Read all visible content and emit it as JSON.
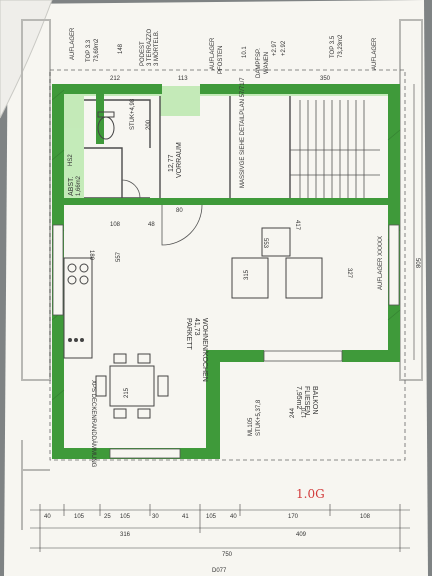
{
  "photo": {
    "background_color": "#7f8384",
    "paper_color": "#f7f6f1",
    "wall_color": "#3f9a3a",
    "highlight_color": "#7dd66a"
  },
  "plan": {
    "top_labels": {
      "auflager_left": "AUFLAGER",
      "top_unit_left": "TOP 3.3",
      "area_left": "73,69m2",
      "dim_148": "148",
      "podest": "PODEST",
      "terrazzo": "3 TERRAZZO",
      "mortelb": "3 MÖRTELB.",
      "auflager_mid": "AUFLAGER",
      "pfosten": "PFOSTEN",
      "rm_ref": "10.1",
      "dampfsp": "DAMPFSP.",
      "wanen": "WANEN",
      "level_upper": "+2.97",
      "level_lower": "+2.92",
      "top_unit_right": "TOP 3.5",
      "area_right": "73,23m2",
      "auflager_right": "AUFLAGER",
      "dim_113": "113",
      "dim_350": "350",
      "dim_212": "212"
    },
    "rooms": {
      "vorraum_name": "VORRAUM",
      "vorraum_area": "12,77",
      "wohnen_name": "WOHNEN/KOCHEN",
      "wohnen_area": "41,73",
      "wohnen_floor": "PARKETT",
      "balkon_name": "BALKON",
      "balkon_floor": "FLIESEN",
      "balkon_area": "7,95m2",
      "abst_name": "ABST.",
      "abst_area": "1,66m2",
      "ref_hs2": "HS2",
      "ref_stuk": "STUK+4,98",
      "massiv_note": "MASSIVGE SIEHE DETAILPLAN 57/71/7"
    },
    "dimension_labels": {
      "d_557": "557",
      "d_180": "180",
      "d_315": "315",
      "d_553": "553",
      "d_417": "417",
      "d_327": "327",
      "d_508": "508",
      "d_215": "215",
      "d_170": "170",
      "d_244": "244",
      "d_200": "200",
      "d_80": "80",
      "d_48": "48",
      "d_108": "108",
      "auflager_xxxx": "AUFLAGER XXXXX",
      "deckenrand": "XPS DECKENRANDDÄMMUNG",
      "stuk_bottom": "STUK+5,37,8",
      "ml_bottom": "ML105"
    },
    "bottom_dims": {
      "row1": [
        "40",
        "105",
        "25",
        "105",
        "30",
        "41",
        "105",
        "40",
        "170",
        "108"
      ],
      "row2": [
        "316",
        "409"
      ],
      "total": "750",
      "title_cut": "D077"
    },
    "handwritten_note": "1.0G"
  }
}
